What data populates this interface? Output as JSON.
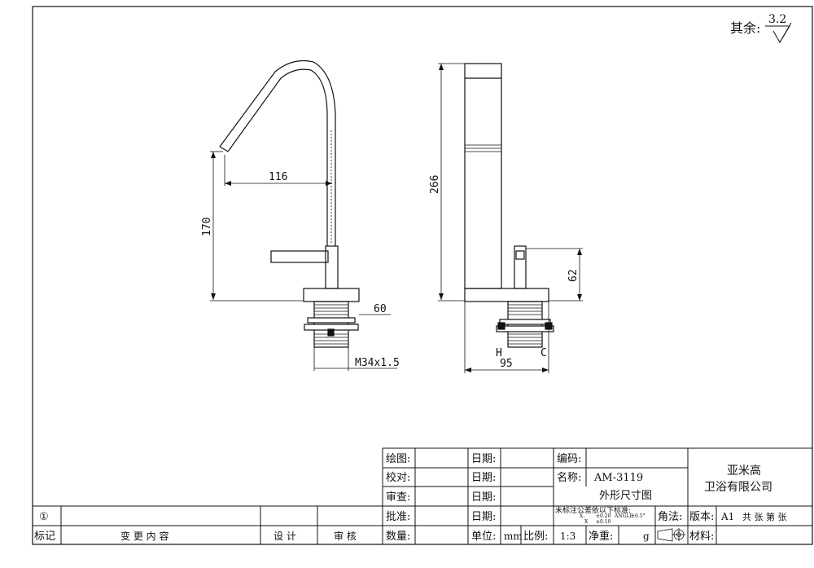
{
  "surface_finish": {
    "label": "其余:",
    "value": "3.2"
  },
  "dimensions": {
    "spout_reach": "116",
    "spout_height": "170",
    "base_height": "60",
    "thread": "M34x1.5",
    "total_height": "266",
    "handle_height": "62",
    "base_width": "95",
    "hot": "H",
    "cold": "C"
  },
  "title_block": {
    "draw_label": "绘图:",
    "check_label": "校对:",
    "review_label": "审查:",
    "approve_label": "批准:",
    "date_label": "日期:",
    "code_label": "编码:",
    "name_label": "名称:",
    "model": "AM-3119",
    "drawing_title": "外形尺寸图",
    "company_line1": "亚米高",
    "company_line2": "卫浴有限公司",
    "tolerance_note": "未标注公差依以下标准:",
    "tol_x_label": "X.",
    "tol_x": "±0.20",
    "tol_angle_label": "ANGLE",
    "tol_angle": "±0.5°",
    "tol_xx_label": "X",
    "tol_xx": "±0.10",
    "angle_label": "角法:",
    "version_label": "版本:",
    "version": "A1",
    "sheets_text": "共  张 第  张",
    "revision_mark": "①",
    "mark_label": "标记",
    "change_label": "变 更 内 容",
    "design_label": "设 计",
    "audit_label": "审 核",
    "qty_label": "数量:",
    "unit_label": "单位:",
    "unit": "mm",
    "scale_label": "比例:",
    "scale": "1:3",
    "weight_label": "净重:",
    "weight_unit": "g",
    "material_label": "材料:"
  }
}
